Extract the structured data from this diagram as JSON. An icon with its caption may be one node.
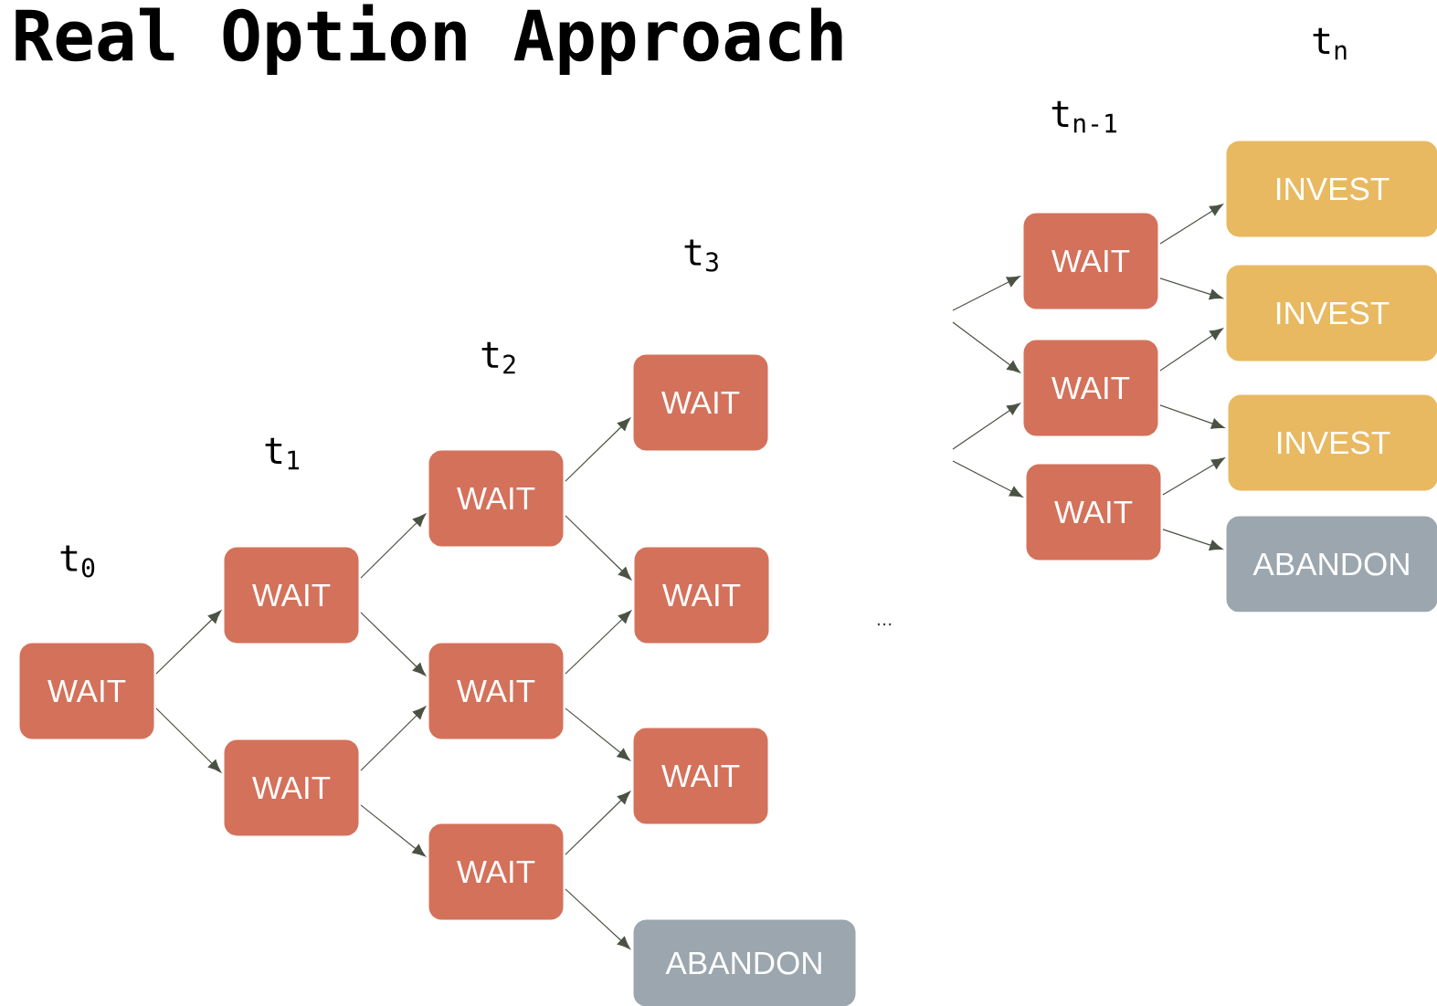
{
  "diagram": {
    "title": "Real Option Approach",
    "nodes": [
      {
        "text": [
          "WAIT"
        ]
      },
      {
        "text": [
          "WAIT"
        ]
      },
      {
        "text": [
          "WAIT"
        ]
      },
      {
        "text": [
          "WAIT"
        ]
      },
      {
        "text": [
          "WAIT"
        ]
      },
      {
        "text": [
          "WAIT"
        ]
      },
      {
        "text": [
          "WAIT"
        ]
      },
      {
        "text": [
          "WAIT"
        ]
      },
      {
        "text": [
          "WAIT"
        ]
      },
      {
        "text": [
          "ABANDON"
        ]
      },
      {
        "text": [
          "WAIT"
        ]
      },
      {
        "text": [
          "WAIT"
        ]
      },
      {
        "text": [
          "WAIT"
        ]
      },
      {
        "text": [
          "INVEST"
        ]
      },
      {
        "text": [
          "INVEST"
        ]
      },
      {
        "text": [
          "INVEST"
        ]
      },
      {
        "text": [
          "ABANDON"
        ]
      }
    ],
    "edges": [
      {
        "from": 0,
        "to": 1,
        "arrow": "to"
      },
      {
        "from": 0,
        "to": 2,
        "arrow": "to"
      },
      {
        "from": 1,
        "to": 3,
        "arrow": "to"
      },
      {
        "from": 1,
        "to": 4,
        "arrow": "to"
      },
      {
        "from": 2,
        "to": 4,
        "arrow": "to"
      },
      {
        "from": 2,
        "to": 5,
        "arrow": "to"
      },
      {
        "from": 3,
        "to": 6,
        "arrow": "to"
      },
      {
        "from": 3,
        "to": 7,
        "arrow": "to"
      },
      {
        "from": 4,
        "to": 7,
        "arrow": "to"
      },
      {
        "from": 4,
        "to": 8,
        "arrow": "to"
      },
      {
        "from": 5,
        "to": 8,
        "arrow": "to"
      },
      {
        "from": 5,
        "to": 9,
        "arrow": "to"
      },
      {
        "from": null,
        "to": 10,
        "arrow": "to"
      },
      {
        "from": null,
        "to": 11,
        "arrow": "to"
      },
      {
        "from": null,
        "to": 11,
        "arrow": "to"
      },
      {
        "from": null,
        "to": 12,
        "arrow": "to"
      },
      {
        "from": 10,
        "to": 13,
        "arrow": "to"
      },
      {
        "from": 10,
        "to": 14,
        "arrow": "to"
      },
      {
        "from": 11,
        "to": 14,
        "arrow": "to"
      },
      {
        "from": 11,
        "to": 15,
        "arrow": "to"
      },
      {
        "from": 12,
        "to": 15,
        "arrow": "to"
      },
      {
        "from": 12,
        "to": 16,
        "arrow": "to"
      }
    ],
    "labels": [
      "t$_{0}$",
      "t$_{1}$",
      "t$_{2}$",
      "t$_{3}$",
      "t$_{n-1}$",
      "t$_{n}$",
      "..."
    ]
  }
}
